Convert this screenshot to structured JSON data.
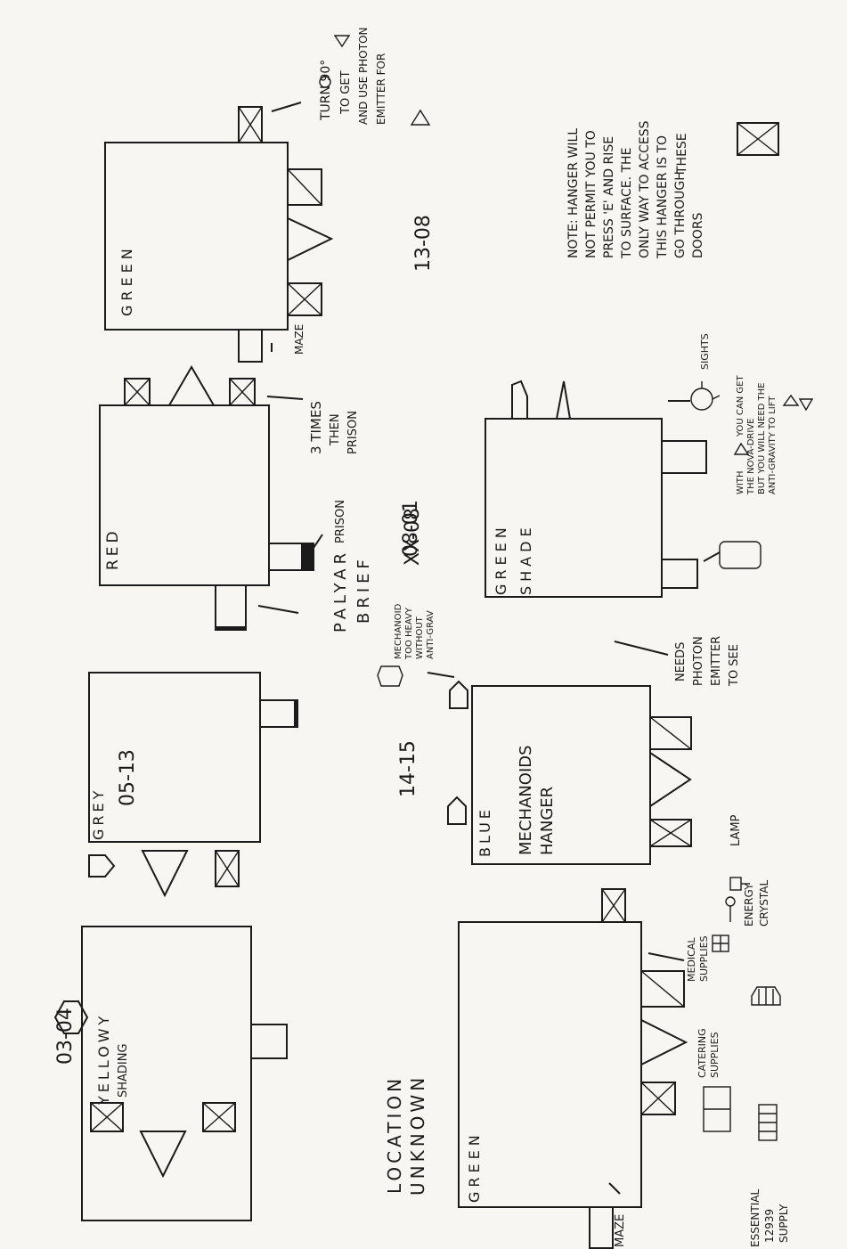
{
  "rooms": [
    {
      "id": "r1",
      "code": "03-04",
      "colour": "YELLOWY",
      "shade": "SHADING"
    },
    {
      "id": "r2",
      "code": "05-13",
      "colour": "GREY"
    },
    {
      "id": "r3",
      "code": "08-01",
      "colour": "RED",
      "side": "PALYAR",
      "side2": "BRIEF"
    },
    {
      "id": "r4",
      "code": "13-08",
      "colour": "GREEN"
    },
    {
      "id": "r5",
      "code": "LOCATION",
      "code2": "UNKNOWN",
      "colour": "GREEN"
    },
    {
      "id": "r6",
      "code": "14-15",
      "colour": "BLUE",
      "inner1": "MECHANOIDS",
      "inner2": "HANGER"
    },
    {
      "id": "r7",
      "code": "XX-08",
      "colour": "GREEN",
      "shade": "SHADE"
    }
  ],
  "annotations": {
    "prison_top": "PRISON",
    "three_times": "3 TIMES",
    "then_prison": "THEN",
    "prison_word": "PRISON",
    "maze_13": "MAZE",
    "turn1": "TURN 90°",
    "turn2": "TO GET",
    "turn3": "AND USE PHOTON",
    "turn4": "EMITTER FOR",
    "mech1": "MECHANOID",
    "mech2": "TOO HEAVY",
    "mech3": "WITHOUT",
    "mech4": "ANTI-GRAV",
    "needs1": "NEEDS",
    "needs2": "PHOTON",
    "needs3": "EMITTER",
    "needs4": "TO SEE",
    "sights": "SIGHTS",
    "nova1": "WITH",
    "nova2": "YOU CAN GET",
    "nova3": "THE NOVA-DRIVE",
    "nova4": "BUT YOU WILL NEED THE",
    "nova5": "ANTI-GRAVITY TO LIFT",
    "medical1": "MEDICAL",
    "medical2": "SUPPLIES",
    "lamp": "LAMP",
    "energy1": "ENERGY",
    "energy2": "CRYSTAL",
    "catering1": "CATERING",
    "catering2": "SUPPLIES",
    "maze_green": "MAZE",
    "essential1": "ESSENTIAL",
    "essential2": "12939",
    "essential3": "SUPPLY"
  },
  "note": {
    "l1": "NOTE: HANGER WILL",
    "l2": "NOT PERMIT YOU TO",
    "l3": "PRESS 'E' AND RISE",
    "l4": "TO SURFACE. THE",
    "l5": "ONLY WAY TO ACCESS",
    "l6": "THIS HANGER IS TO",
    "l7": "GO THROUGH",
    "l7b": "THESE",
    "l8": "DOORS"
  }
}
